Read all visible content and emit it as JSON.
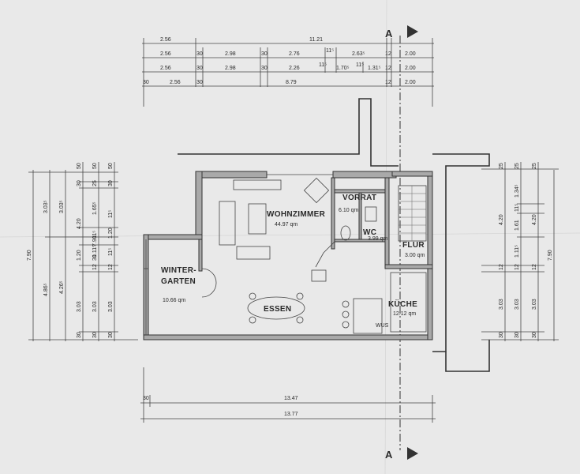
{
  "section_marker": "A",
  "top_dimensions": {
    "row1": [
      "2.56",
      "11.21"
    ],
    "row2": [
      "2.56",
      "30",
      "2.98",
      "30",
      "2.76",
      "11⁵",
      "2.63⁵",
      "12",
      "2.00"
    ],
    "row3": [
      "2.56",
      "30",
      "2.98",
      "30",
      "2.26",
      "11⁵",
      "1.70⁵",
      "11⁵",
      "1.31⁵",
      "12",
      "2.00"
    ],
    "row4": [
      "30",
      "2.56",
      "30",
      "8.79",
      "12",
      "2.00"
    ]
  },
  "bottom_dimensions": {
    "row1": [
      "30",
      "13.47"
    ],
    "row2": [
      "13.77"
    ]
  },
  "left_dimensions": {
    "outer": "7.90",
    "col2": [
      "3.03⁵",
      "4.86⁵"
    ],
    "col3": [
      "3.03⁵",
      "4.26⁵"
    ],
    "col4": [
      "50",
      "30",
      "25",
      "1.65⁵",
      "4.20",
      "11⁵",
      "1.20",
      "30",
      "7.90",
      "1.11⁵",
      "12",
      "3.03",
      "30"
    ],
    "col5": [
      "50",
      "30",
      "11⁵",
      "1.20",
      "11⁵",
      "12",
      "3.03",
      "30"
    ]
  },
  "right_dimensions": {
    "col1": [
      "25",
      "4.20",
      "12",
      "3.03",
      "30"
    ],
    "col2": [
      "25",
      "1.34⁵",
      "11⁵",
      "1.61",
      "1.11⁵",
      "12",
      "3.03",
      "30"
    ],
    "col3": [
      "25",
      "4.20",
      "12",
      "3.03",
      "30"
    ],
    "outer": "7.90"
  },
  "rooms": [
    {
      "name": "WOHNZIMMER",
      "area": "44.97 qm"
    },
    {
      "name": "VORRAT",
      "area": "6.10 qm"
    },
    {
      "name": "WC",
      "area": "3.99 qm"
    },
    {
      "name": "FLUR",
      "area": "3.00 qm"
    },
    {
      "name": "KÜCHE",
      "area": "12.12 qm"
    },
    {
      "name": "ESSEN",
      "area": ""
    },
    {
      "name": "WINTER-",
      "area": ""
    },
    {
      "name": "GARTEN",
      "area": "10.66 qm"
    }
  ],
  "misc_labels": {
    "wus": "WUS"
  }
}
